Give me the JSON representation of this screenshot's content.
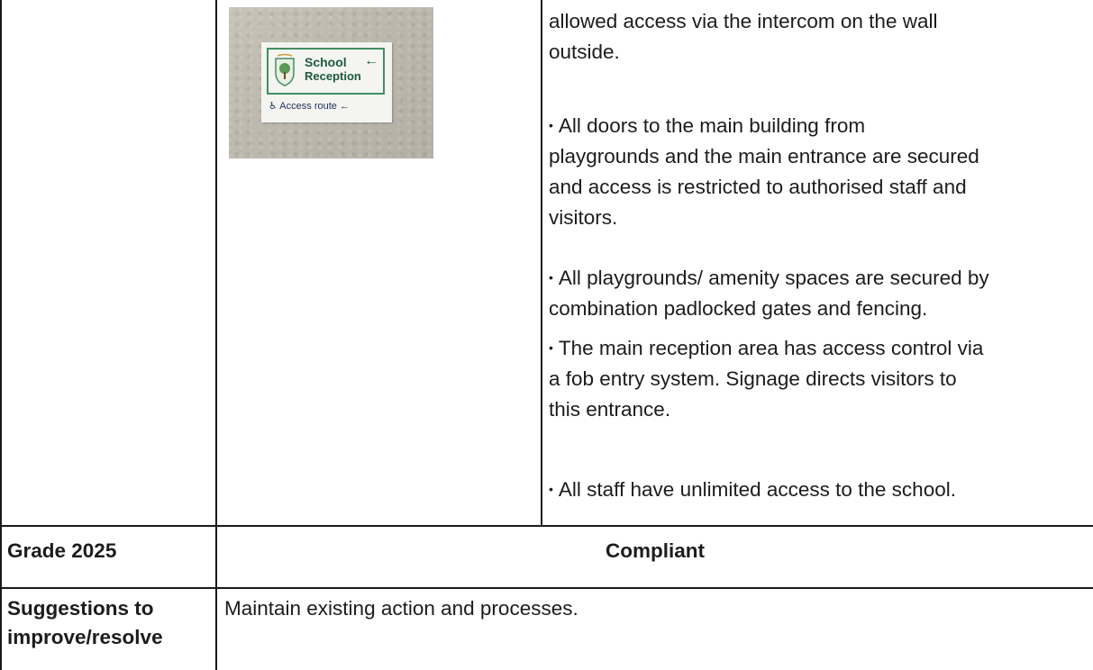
{
  "top_row": {
    "photo": {
      "sign_school": "School",
      "sign_reception": "Reception",
      "sign_arrow": "←",
      "sign_access": "♿ Access route ←"
    },
    "paragraphs": [
      {
        "lines": [
          "allowed access via the intercom on the wall",
          "outside."
        ]
      },
      {
        "bullet": "•",
        "lines": [
          "All doors to the main building from",
          "playgrounds and the main entrance are secured",
          "and access is restricted to authorised staff and",
          "visitors."
        ]
      },
      {
        "bullet": "•",
        "lines": [
          "All playgrounds/ amenity spaces are secured by",
          "combination padlocked gates and fencing."
        ]
      },
      {
        "bullet": "•",
        "lines": [
          "The main reception area has access control via",
          "a fob entry system. Signage directs visitors to",
          "this entrance."
        ]
      },
      {
        "bullet": "•",
        "lines": [
          "All staff have unlimited access to the school."
        ]
      }
    ]
  },
  "grade_row": {
    "label": "Grade 2025",
    "value": "Compliant"
  },
  "suggestions_row": {
    "label_line1": "Suggestions to",
    "label_line2": "improve/resolve",
    "value": "Maintain existing action and processes."
  }
}
